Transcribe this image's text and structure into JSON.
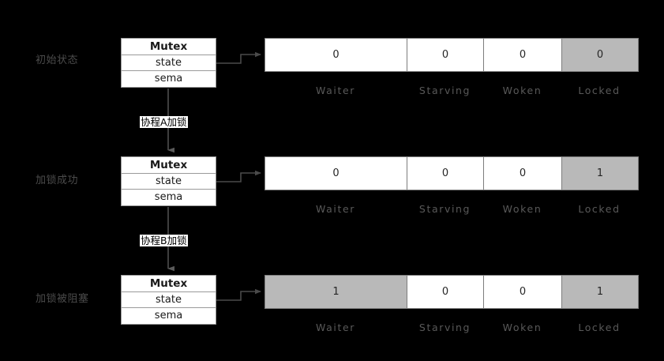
{
  "diagram": {
    "background_color": "#000000",
    "highlight_color": "#b9b9b9",
    "box_fill_color": "#ffffff",
    "label_color": "#4b4b4b",
    "caption_color": "#595959"
  },
  "struct_box": {
    "title": "Mutex",
    "fields": [
      "state",
      "sema"
    ]
  },
  "columns": [
    "Waiter",
    "Starving",
    "Woken",
    "Locked"
  ],
  "stages": [
    {
      "label": "初始状态",
      "values": [
        "0",
        "0",
        "0",
        "0"
      ],
      "highlight": [
        false,
        false,
        false,
        true
      ]
    },
    {
      "label": "加锁成功",
      "values": [
        "0",
        "0",
        "0",
        "1"
      ],
      "highlight": [
        false,
        false,
        false,
        true
      ]
    },
    {
      "label": "加锁被阻塞",
      "values": [
        "1",
        "0",
        "0",
        "1"
      ],
      "highlight": [
        true,
        false,
        false,
        true
      ]
    }
  ],
  "transitions": [
    {
      "label": "协程A加锁"
    },
    {
      "label": "协程B加锁"
    }
  ]
}
